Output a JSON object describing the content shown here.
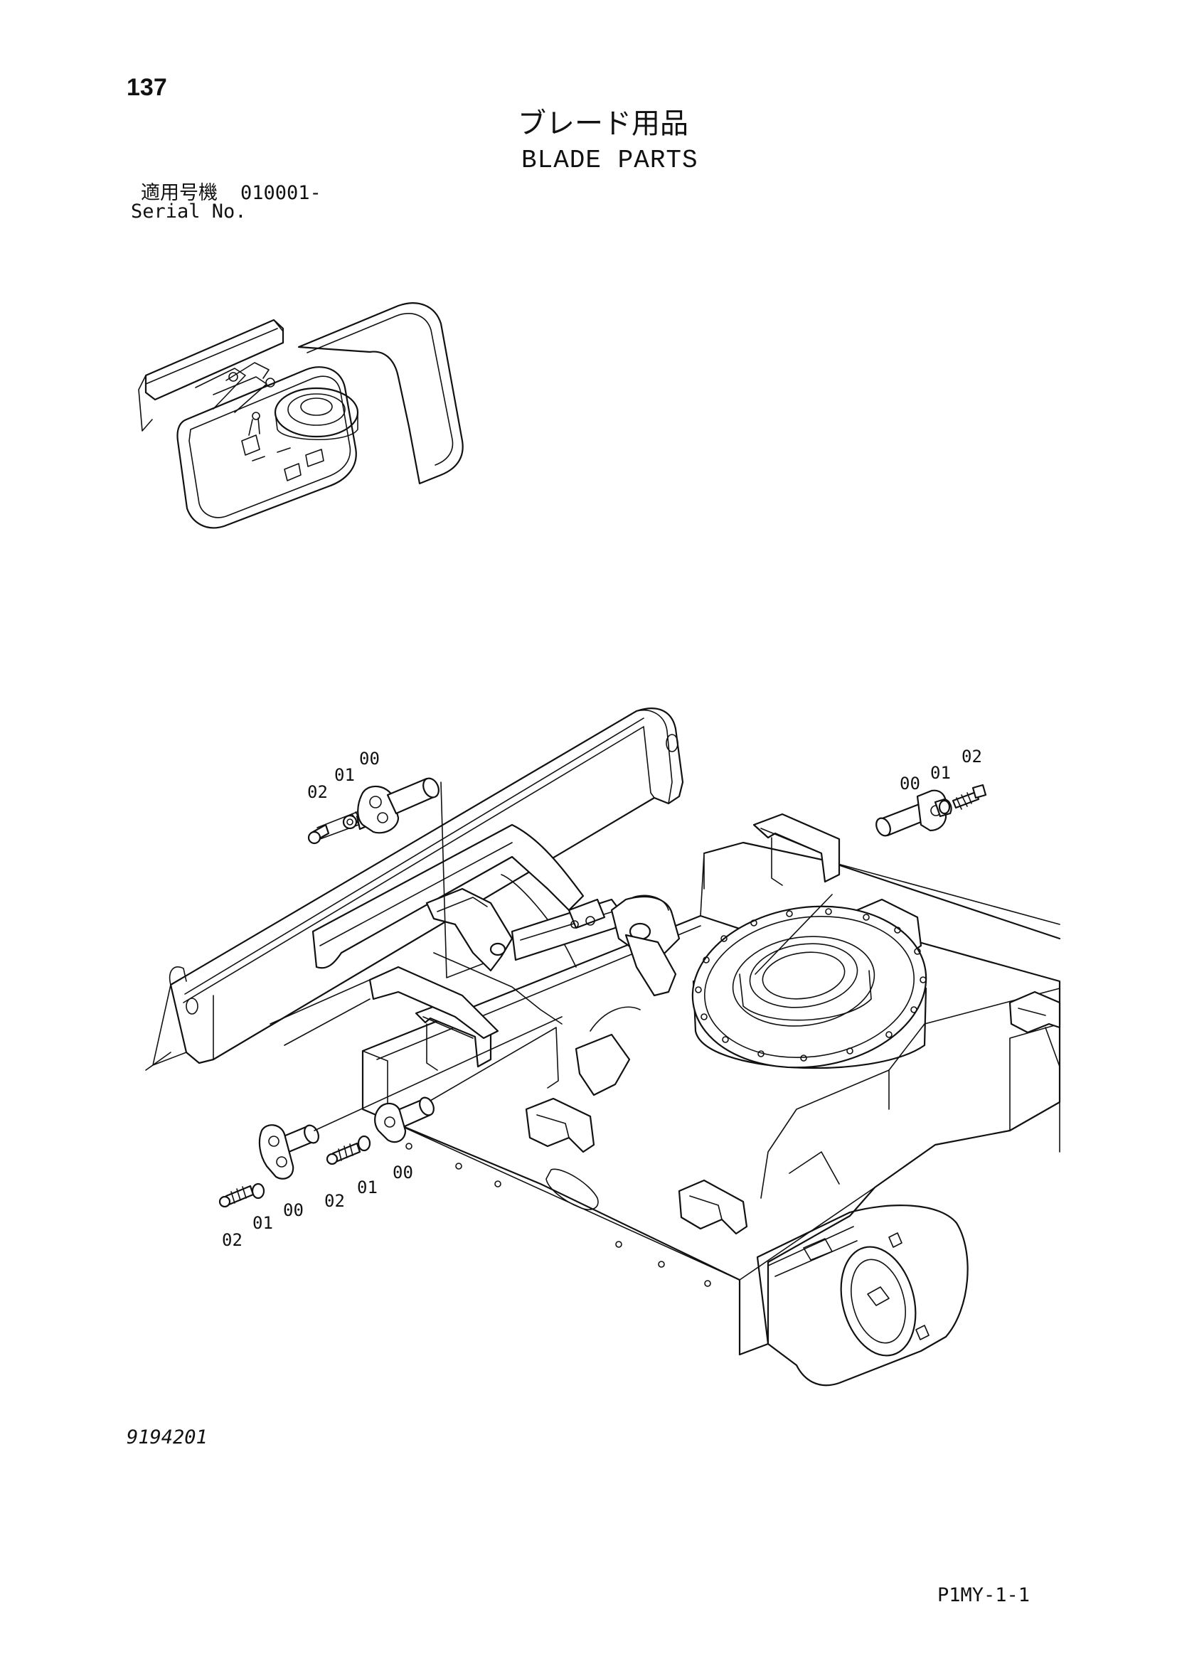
{
  "header": {
    "page_number": "137",
    "title_jp": "ブレード用品",
    "title_en": "BLADE PARTS",
    "serial_label_jp": "適用号機",
    "serial_value": "010001-",
    "serial_label_en": "Serial No."
  },
  "callouts": {
    "upper_left": [
      "02",
      "01",
      "00"
    ],
    "upper_right": [
      "00",
      "01",
      "02"
    ],
    "lower_left": [
      "02",
      "01",
      "00"
    ],
    "lower_mid": [
      "02",
      "01",
      "00"
    ]
  },
  "footer": {
    "illustration_no": "9194201",
    "page_code": "P1MY-1-1"
  },
  "colors": {
    "ink": "#111111",
    "paper": "#ffffff"
  }
}
